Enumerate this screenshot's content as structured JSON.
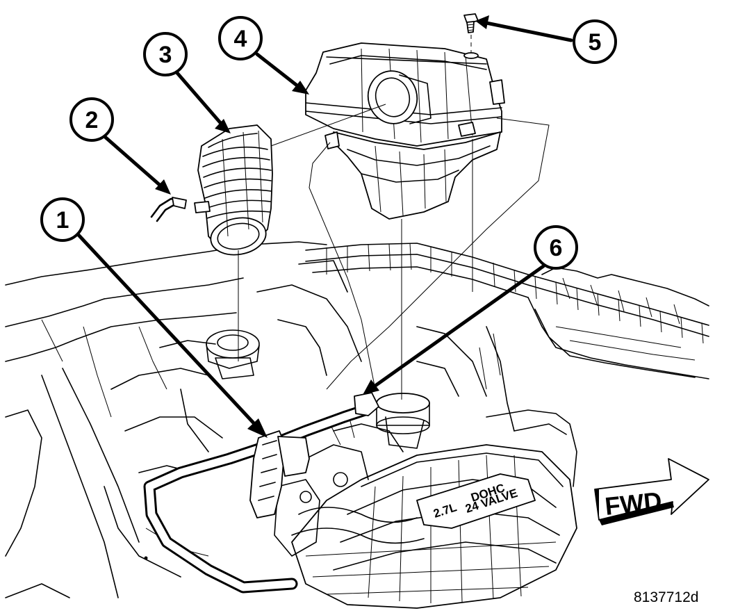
{
  "callouts": [
    {
      "id": "1",
      "label": "1"
    },
    {
      "id": "2",
      "label": "2"
    },
    {
      "id": "3",
      "label": "3"
    },
    {
      "id": "4",
      "label": "4"
    },
    {
      "id": "5",
      "label": "5"
    },
    {
      "id": "6",
      "label": "6"
    }
  ],
  "direction_label": "FWD",
  "figure_id": "8137712d",
  "engine_cover_text": {
    "displacement": "2.7L",
    "valvetrain": "DOHC",
    "cylinders": "24 VALVE"
  }
}
